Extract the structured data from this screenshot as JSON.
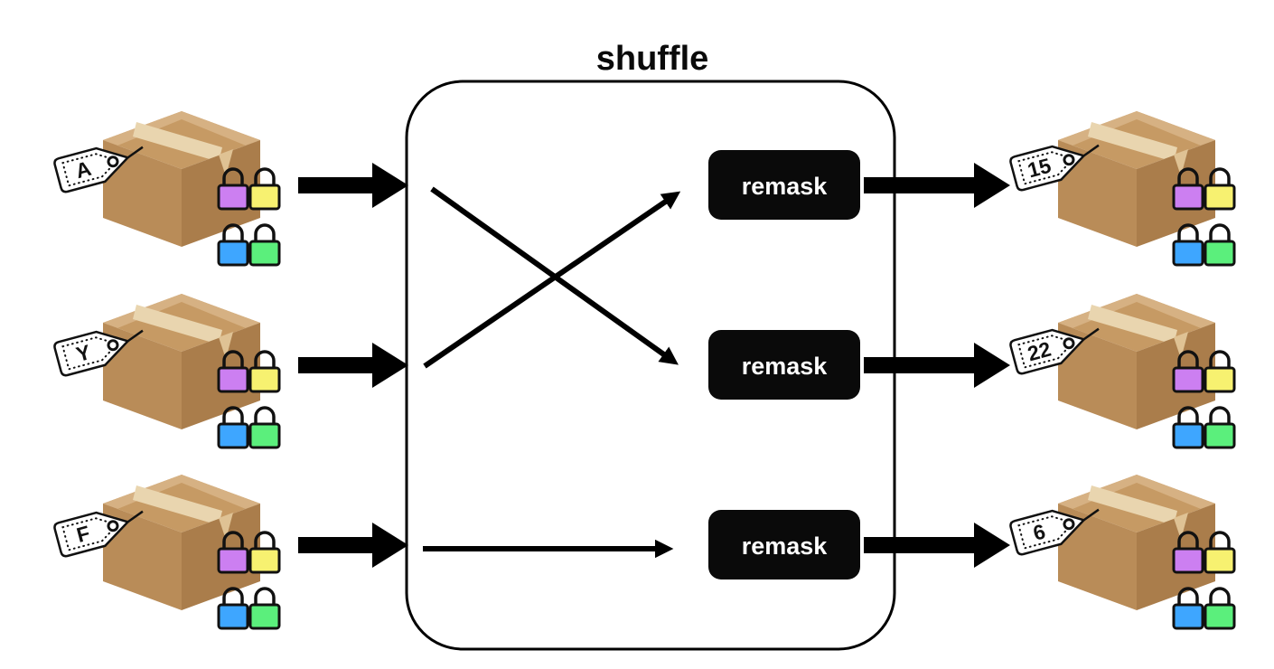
{
  "diagram": {
    "title": "shuffle",
    "remask_boxes": [
      {
        "label": "remask"
      },
      {
        "label": "remask"
      },
      {
        "label": "remask"
      }
    ],
    "inputs": [
      {
        "tag": "A"
      },
      {
        "tag": "Y"
      },
      {
        "tag": "F"
      }
    ],
    "outputs": [
      {
        "tag": "15"
      },
      {
        "tag": "22"
      },
      {
        "tag": "6"
      }
    ],
    "mapping": [
      {
        "input": "A",
        "remask_row": 2,
        "output": "22"
      },
      {
        "input": "Y",
        "remask_row": 1,
        "output": "15"
      },
      {
        "input": "F",
        "remask_row": 3,
        "output": "6"
      }
    ],
    "icons": {
      "package": "isometric-cardboard-box",
      "tag": "dotted-price-tag",
      "locks": "four-colored-padlocks"
    },
    "lock_colors": {
      "top_left": "#cc7ff1",
      "top_right": "#f7f170",
      "bottom_left": "#3ea6ff",
      "bottom_right": "#5bef7c"
    },
    "box_colors": {
      "lid": "#c69a64",
      "lid_highlight": "#d6b183",
      "left_face": "#b98c58",
      "right_face": "#aa7d4b",
      "tape": "#e9d5af",
      "tape_end": "#dfc294"
    },
    "remask_style": {
      "bg": "#0a0a0a",
      "text": "#ffffff"
    },
    "line_color": "#000000"
  }
}
